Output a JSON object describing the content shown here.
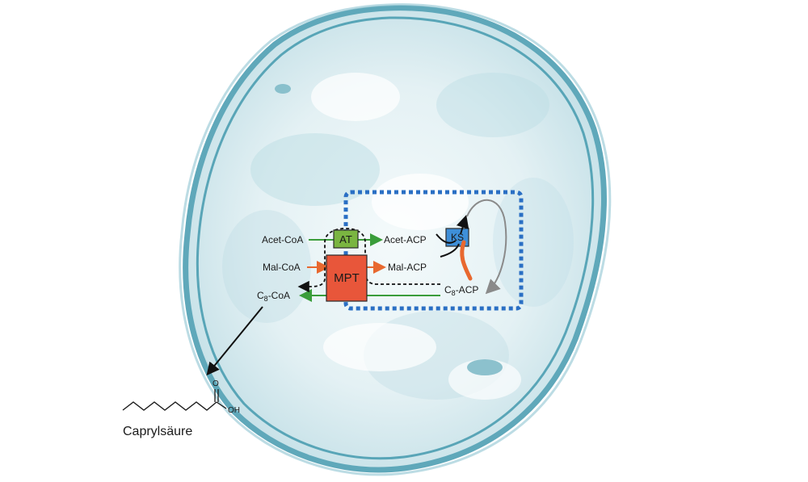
{
  "labels": {
    "acet_coa": "Acet-CoA",
    "mal_coa": "Mal-CoA",
    "c8_coa_prefix": "C",
    "c8_coa_sub": "8",
    "c8_coa_suffix": "-CoA",
    "acet_acp": "Acet-ACP",
    "mal_acp": "Mal-ACP",
    "c8_acp_prefix": "C",
    "c8_acp_sub": "8",
    "c8_acp_suffix": "-ACP",
    "product": "Caprylsäure",
    "atom_o": "O",
    "atom_oh": "OH"
  },
  "enzymes": {
    "at": "AT",
    "mpt": "MPT",
    "ks": "KS"
  },
  "colors": {
    "cell_fill": "#cfe6ec",
    "cell_edge": "#2f8aa0",
    "cell_wall_dark": "#3b95aa",
    "compartment": "#2a6fc4",
    "at_box": "#7ab541",
    "mpt_box": "#e8563a",
    "ks_box": "#3e8fd8",
    "green_arrow": "#3a9d3a",
    "orange_arrow": "#e8682f",
    "black": "#111111",
    "gray_arrow": "#8a8a8a"
  }
}
